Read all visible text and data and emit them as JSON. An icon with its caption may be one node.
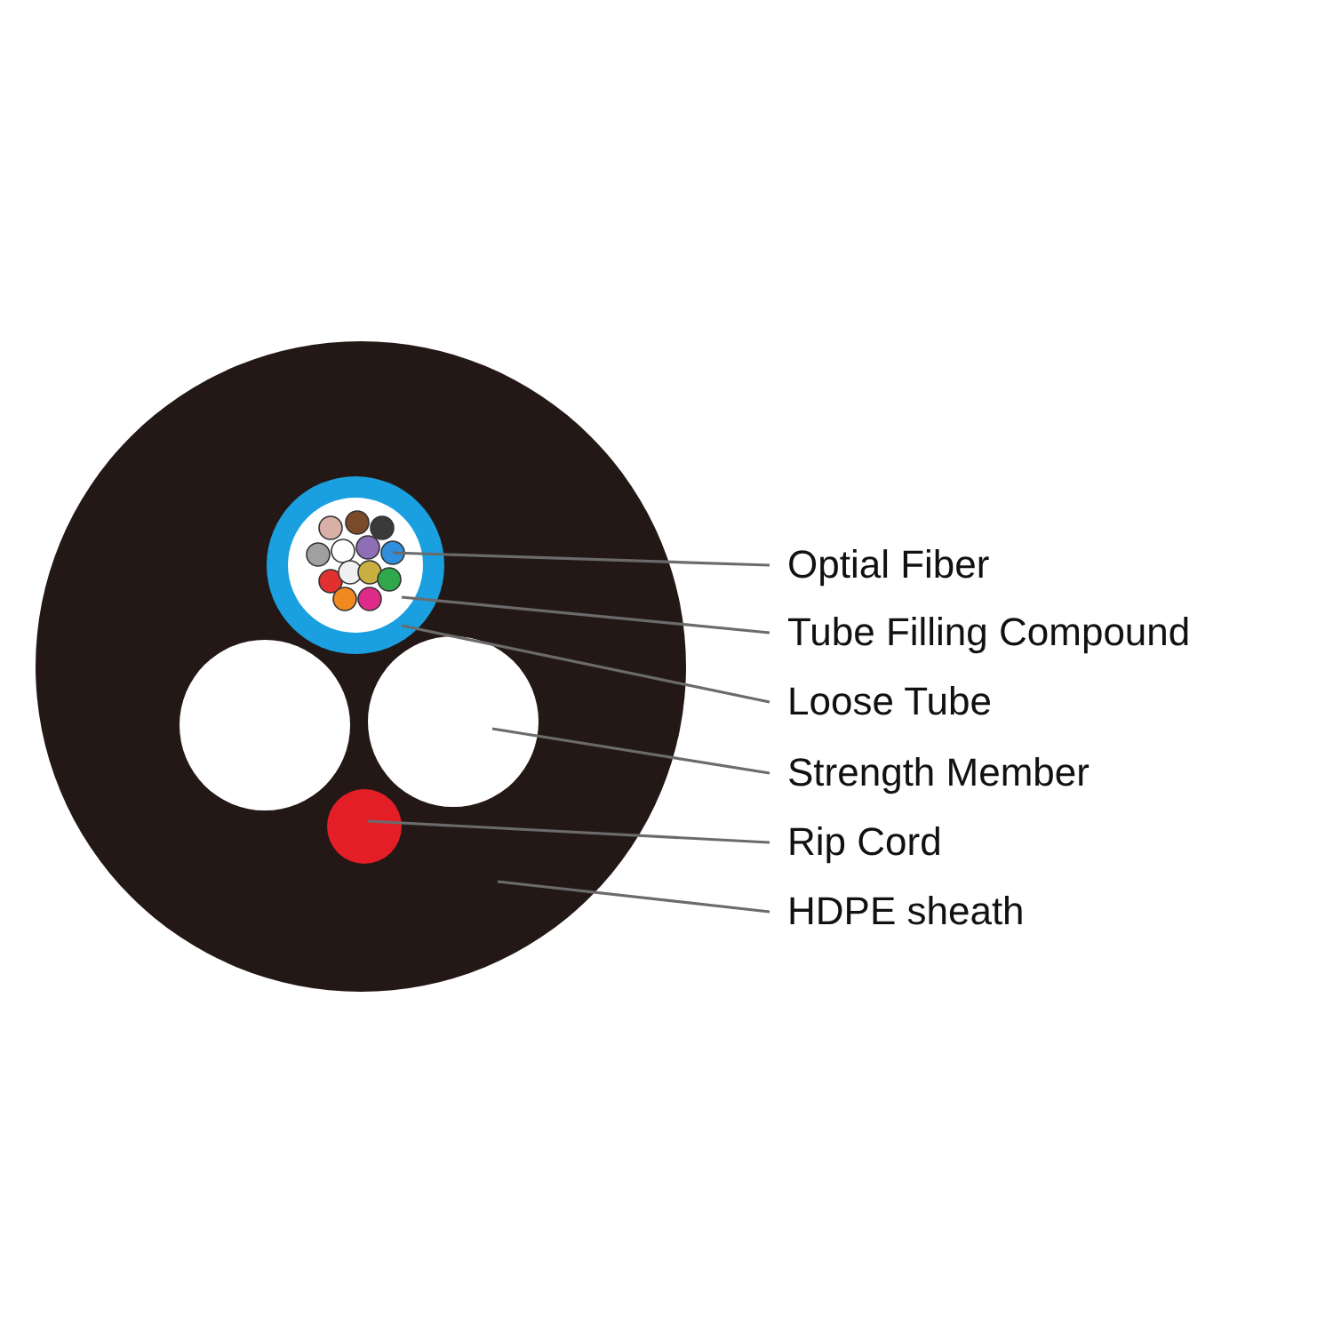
{
  "diagram": {
    "nodes": [
      {
        "text": [],
        "shape": "circle"
      },
      {
        "text": [],
        "shape": "circle",
        "in": 0
      },
      {
        "text": [],
        "shape": "circle",
        "in": 1
      },
      {
        "text": [],
        "shape": "circle",
        "in": 2
      },
      {
        "text": [],
        "shape": "circle",
        "in": 0
      },
      {
        "text": [],
        "shape": "circle",
        "in": 0
      },
      {
        "text": [],
        "shape": "circle",
        "in": 0
      },
      {
        "text": [
          "Optial Fiber"
        ]
      },
      {
        "text": [
          "Tube Filling Compound"
        ]
      },
      {
        "text": [
          "Loose Tube"
        ]
      },
      {
        "text": [
          "Strength Member"
        ]
      },
      {
        "text": [
          "Rip Cord"
        ]
      },
      {
        "text": [
          "HDPE sheath"
        ]
      }
    ],
    "edges": [
      {
        "from": 7,
        "to": 3,
        "arrow": "none"
      },
      {
        "from": 8,
        "to": 2,
        "arrow": "none"
      },
      {
        "from": 9,
        "to": 1,
        "arrow": "none"
      },
      {
        "from": 10,
        "to": 5,
        "arrow": "none"
      },
      {
        "from": 11,
        "to": 6,
        "arrow": "none"
      },
      {
        "from": 12,
        "to": 0,
        "arrow": "none"
      }
    ]
  }
}
